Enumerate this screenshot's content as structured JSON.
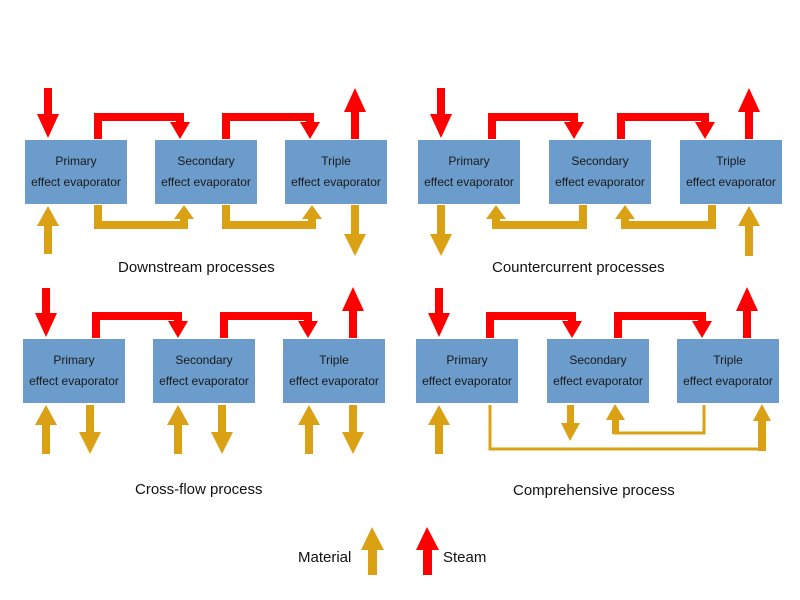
{
  "colors": {
    "box": "#6b9ccb",
    "steam": "#ff0000",
    "material": "#dba114"
  },
  "panels": [
    {
      "caption": "Downstream processes",
      "boxes": [
        {
          "line1": "Primary",
          "line2": "effect evaporator"
        },
        {
          "line1": "Secondary",
          "line2": "effect evaporator"
        },
        {
          "line1": "Triple",
          "line2": "effect evaporator"
        }
      ]
    },
    {
      "caption": "Countercurrent processes",
      "boxes": [
        {
          "line1": "Primary",
          "line2": "effect evaporator"
        },
        {
          "line1": "Secondary",
          "line2": "effect evaporator"
        },
        {
          "line1": "Triple",
          "line2": "effect evaporator"
        }
      ]
    },
    {
      "caption": "Cross-flow process",
      "boxes": [
        {
          "line1": "Primary",
          "line2": "effect evaporator"
        },
        {
          "line1": "Secondary",
          "line2": "effect evaporator"
        },
        {
          "line1": "Triple",
          "line2": "effect evaporator"
        }
      ]
    },
    {
      "caption": "Comprehensive process",
      "boxes": [
        {
          "line1": "Primary",
          "line2": "effect evaporator"
        },
        {
          "line1": "Secondary",
          "line2": "effect evaporator"
        },
        {
          "line1": "Triple",
          "line2": "effect evaporator"
        }
      ]
    }
  ],
  "legend": {
    "material": "Material",
    "steam": "Steam"
  }
}
